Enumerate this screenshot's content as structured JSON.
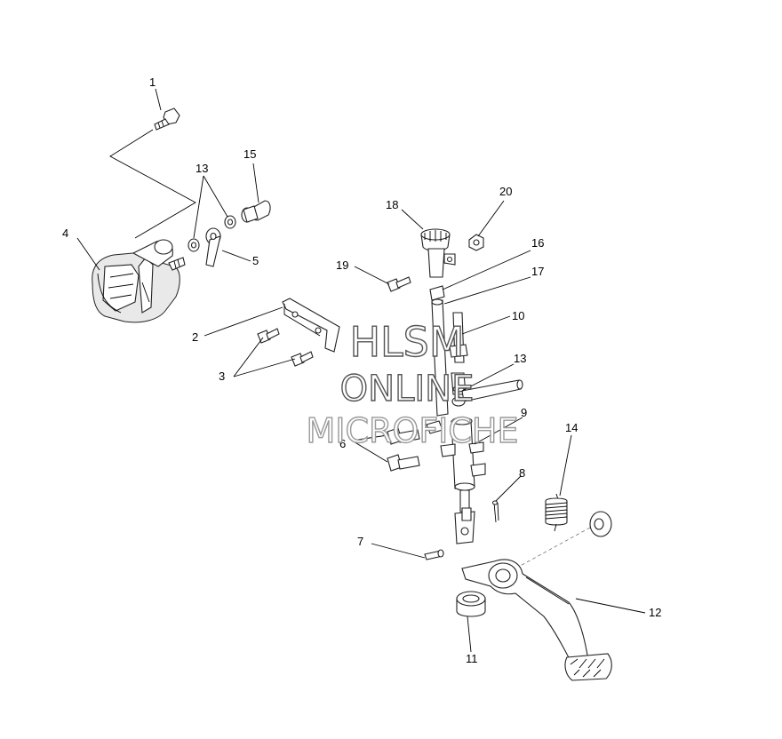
{
  "watermark": {
    "line1": "HLSM",
    "line2": "ONLINE",
    "line3": "MICROFICHE"
  },
  "callouts": [
    "1",
    "2",
    "3",
    "4",
    "5",
    "6",
    "7",
    "8",
    "9",
    "10",
    "11",
    "12",
    "13",
    "13",
    "14",
    "15",
    "16",
    "17",
    "18",
    "19",
    "20"
  ],
  "colors": {
    "line": "#000000",
    "watermark_outline": "#555555",
    "background": "#ffffff"
  }
}
